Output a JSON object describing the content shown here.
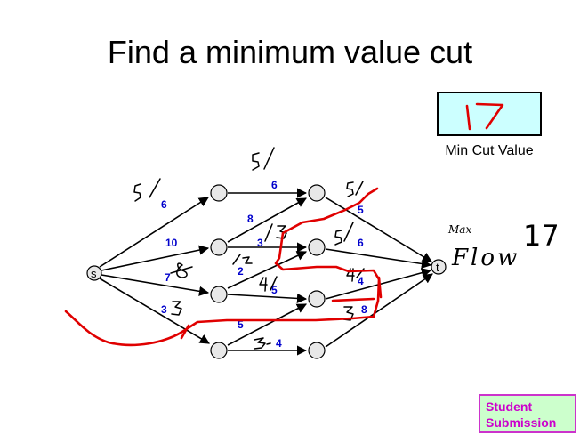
{
  "slide": {
    "title": "Find a minimum value cut"
  },
  "cut_value_box": {
    "label": "Min Cut Value",
    "handwritten_value": "17",
    "fill_color": "#ccffff"
  },
  "student_submission": {
    "line1": "Student",
    "line2": "Submission",
    "text_color": "#cc00cc",
    "fill_color": "#ccffcc"
  },
  "graph": {
    "source_label": "s",
    "sink_label": "t",
    "capacities": {
      "s_a1": "6",
      "s_a2": "10",
      "s_a3": "7",
      "s_a4": "3",
      "a1_b1": "6",
      "a2_b1": "8",
      "a2_b2": "3",
      "a3_b2": "2",
      "a3_b3": "5",
      "a4_b3": "5",
      "a4_b4": "4",
      "b1_t": "5",
      "b2_t": "6",
      "b3_t": "4",
      "b4_t": "8"
    },
    "edge_color": "#000000",
    "capacity_color": "#0000cc"
  },
  "handwriting": {
    "max_flow_label": "Max",
    "flow_label": "Flow",
    "max_flow_value": "17",
    "ink_color": "#000000",
    "cut_color": "#e00000"
  }
}
